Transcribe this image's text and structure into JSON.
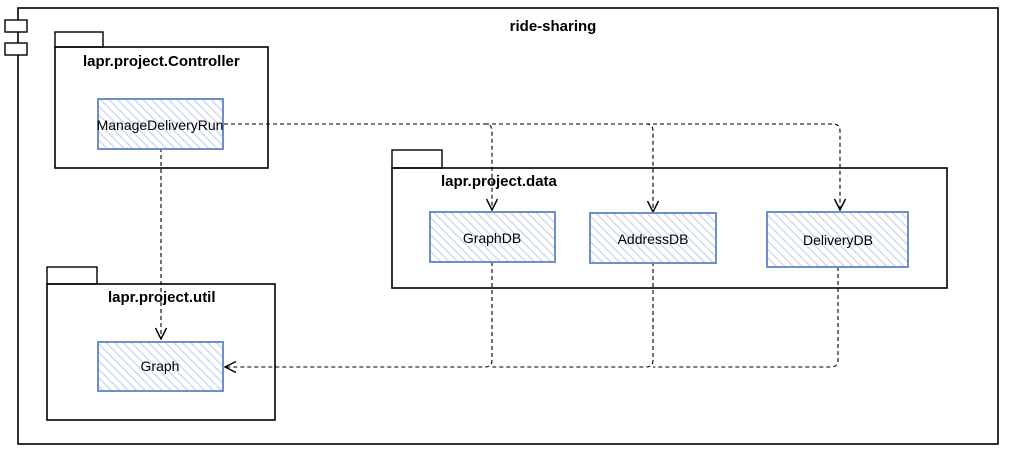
{
  "diagram": {
    "component": {
      "name": "ride-sharing"
    },
    "packages": {
      "controller": {
        "name": "lapr.project.Controller"
      },
      "util": {
        "name": "lapr.project.util"
      },
      "data": {
        "name": "lapr.project.data"
      }
    },
    "classes": {
      "manage_delivery_run": "ManageDeliveryRun",
      "graph": "Graph",
      "graph_db": "GraphDB",
      "address_db": "AddressDB",
      "delivery_db": "DeliveryDB"
    },
    "colors": {
      "stroke": "#000000",
      "class_border": "#6f8fc9",
      "class_hatch": "#c7d3ea",
      "background": "#ffffff"
    }
  }
}
